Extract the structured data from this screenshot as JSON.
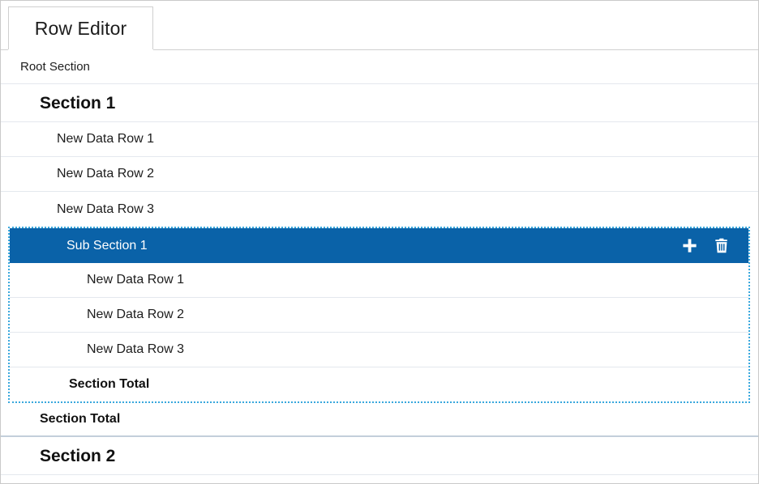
{
  "window": {
    "title": "Row Editor"
  },
  "tabs": [
    {
      "label": "Row Editor",
      "active": true
    }
  ],
  "colors": {
    "selected_row_background": "#0a62a8",
    "selected_row_text": "#ffffff",
    "selection_outline": "#39a8dd",
    "row_divider": "#e4e8ee",
    "strong_divider": "#c3cfdb",
    "page_border": "#c9c9c9",
    "text": "#1d1d1d"
  },
  "rows": [
    {
      "label": "Root Section",
      "kind": "root",
      "indent": 0
    },
    {
      "label": "Section 1",
      "kind": "section",
      "indent": 1
    },
    {
      "label": "New Data Row 1",
      "kind": "data",
      "indent": 2
    },
    {
      "label": "New Data Row 2",
      "kind": "data",
      "indent": 2
    },
    {
      "label": "New Data Row 3",
      "kind": "data",
      "indent": 2
    }
  ],
  "subsection": {
    "title": "Sub Section 1",
    "selected": true,
    "actions": [
      {
        "name": "add-row-button",
        "icon": "plus-icon",
        "label": "Add"
      },
      {
        "name": "delete-row-button",
        "icon": "trash-icon",
        "label": "Delete"
      }
    ],
    "rows": [
      {
        "label": "New Data Row 1",
        "kind": "data",
        "indent": 3
      },
      {
        "label": "New Data Row 2",
        "kind": "data",
        "indent": 3
      },
      {
        "label": "New Data Row 3",
        "kind": "data",
        "indent": 3
      },
      {
        "label": "Section Total",
        "kind": "total",
        "indent": "sub-total"
      }
    ]
  },
  "rows_after": [
    {
      "label": "Section Total",
      "kind": "total",
      "indent": 1,
      "divider": "strong"
    },
    {
      "label": "Section 2",
      "kind": "section",
      "indent": 1,
      "divider": "normal"
    }
  ]
}
